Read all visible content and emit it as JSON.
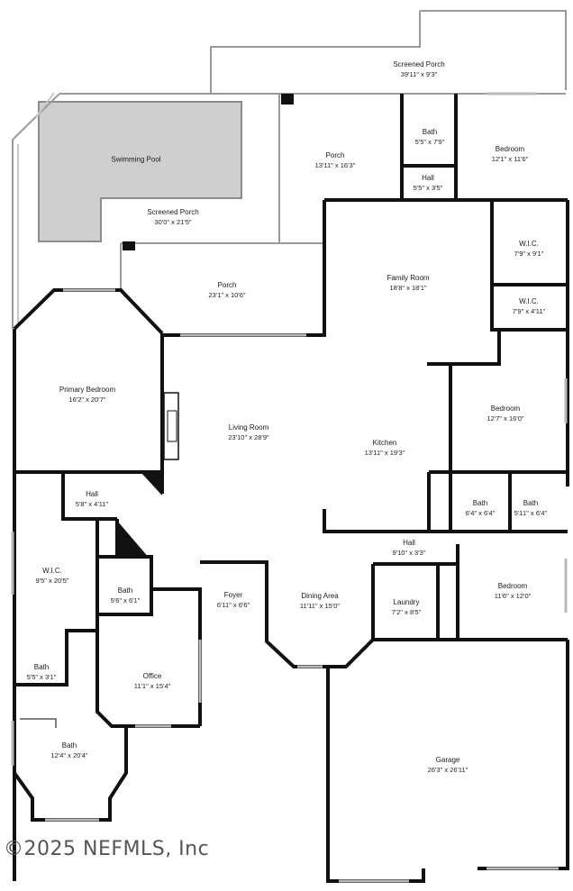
{
  "colors": {
    "wall": "#111111",
    "thin_wall": "#9a9a9a",
    "pool_fill": "#cfcfcf",
    "pool_edge": "#8c8c8c",
    "window": "#b9b9b9"
  },
  "rooms": {
    "screened_porch_top": {
      "name": "Screened Porch",
      "dim": "39'11\" x 9'3\""
    },
    "swimming_pool": {
      "name": "Swimming Pool",
      "dim": ""
    },
    "bath_top": {
      "name": "Bath",
      "dim": "5'5\" x 7'9\""
    },
    "bedroom_ne": {
      "name": "Bedroom",
      "dim": "12'1\" x 11'6\""
    },
    "porch_upper": {
      "name": "Porch",
      "dim": "13'11\" x 16'3\""
    },
    "hall_top": {
      "name": "Hall",
      "dim": "5'5\" x 3'5\""
    },
    "screened_porch_main": {
      "name": "Screened Porch",
      "dim": "30'0\" x 21'5\""
    },
    "wic_upper": {
      "name": "W.I.C.",
      "dim": "7'9\" x 9'1\""
    },
    "family_room": {
      "name": "Family Room",
      "dim": "18'8\" x 18'1\""
    },
    "porch_lower": {
      "name": "Porch",
      "dim": "23'1\" x 10'6\""
    },
    "wic_lower": {
      "name": "W.I.C.",
      "dim": "7'9\" x 4'11\""
    },
    "primary_bedroom": {
      "name": "Primary Bedroom",
      "dim": "16'2\" x 20'7\""
    },
    "bedroom_east": {
      "name": "Bedroom",
      "dim": "12'7\" x 16'0\""
    },
    "living_room": {
      "name": "Living Room",
      "dim": "23'10\" x 28'9\""
    },
    "kitchen": {
      "name": "Kitchen",
      "dim": "13'11\" x 19'3\""
    },
    "hall_west": {
      "name": "Hall",
      "dim": "5'8\" x 4'11\""
    },
    "bath_east_1": {
      "name": "Bath",
      "dim": "6'4\" x 6'4\""
    },
    "bath_east_2": {
      "name": "Bath",
      "dim": "5'11\" x 6'4\""
    },
    "hall_south": {
      "name": "Hall",
      "dim": "9'10\" x 3'3\""
    },
    "wic_west": {
      "name": "W.I.C.",
      "dim": "9'5\" x 20'5\""
    },
    "bath_small": {
      "name": "Bath",
      "dim": "5'6\" x 6'1\""
    },
    "foyer": {
      "name": "Foyer",
      "dim": "6'11\" x 6'6\""
    },
    "dining_area": {
      "name": "Dining Area",
      "dim": "11'11\" x 15'0\""
    },
    "laundry": {
      "name": "Laundry",
      "dim": "7'2\" x 8'5\""
    },
    "bedroom_se": {
      "name": "Bedroom",
      "dim": "11'6\" x 12'0\""
    },
    "bath_tiny": {
      "name": "Bath",
      "dim": "5'5\" x 3'1\""
    },
    "office": {
      "name": "Office",
      "dim": "11'1\" x 15'4\""
    },
    "bath_primary": {
      "name": "Bath",
      "dim": "12'4\" x 20'4\""
    },
    "garage": {
      "name": "Garage",
      "dim": "26'3\" x 26'11\""
    }
  },
  "copyright": "©2025 NEFMLS, Inc"
}
